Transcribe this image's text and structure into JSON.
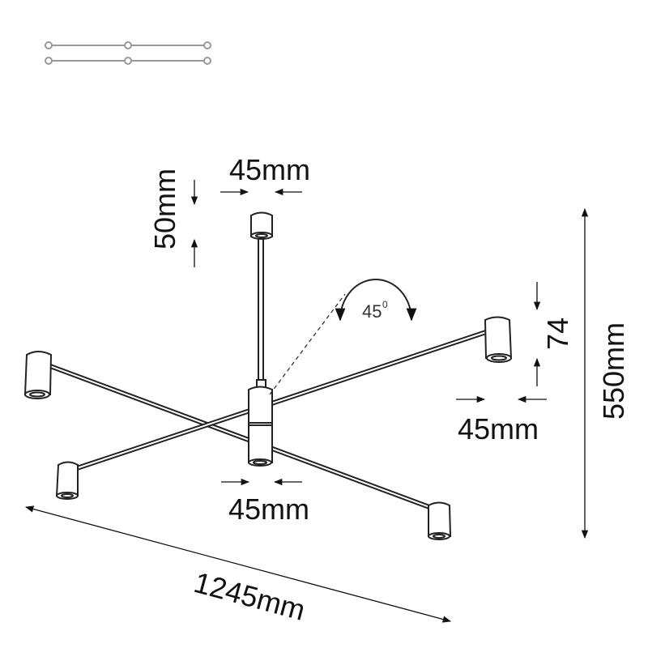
{
  "legend_icon": {
    "name": "dual-track-icon",
    "color": "#999999"
  },
  "dimensions": {
    "canopy_width": "45mm",
    "canopy_height": "50mm",
    "arm_angle": "45",
    "arm_angle_unit": "0",
    "shade_height": "74",
    "shade_width": "45mm",
    "body_width": "45mm",
    "total_height": "550mm",
    "total_width": "1245mm"
  }
}
